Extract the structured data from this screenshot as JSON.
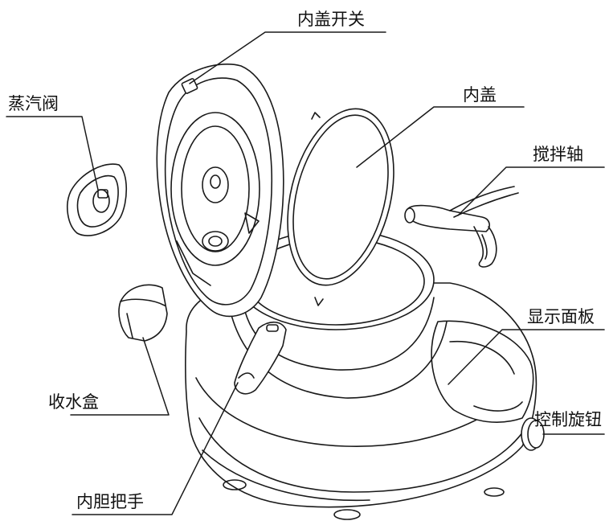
{
  "labels": {
    "lid_switch": "内盖开关",
    "steam_valve": "蒸汽阀",
    "inner_lid": "内盖",
    "stirring_shaft": "搅拌轴",
    "display_panel": "显示面板",
    "water_box": "收水盒",
    "control_knob": "控制旋钮",
    "inner_pot_handle": "内胆把手"
  },
  "colors": {
    "line": "#1a1a1a",
    "fill": "#ffffff"
  }
}
